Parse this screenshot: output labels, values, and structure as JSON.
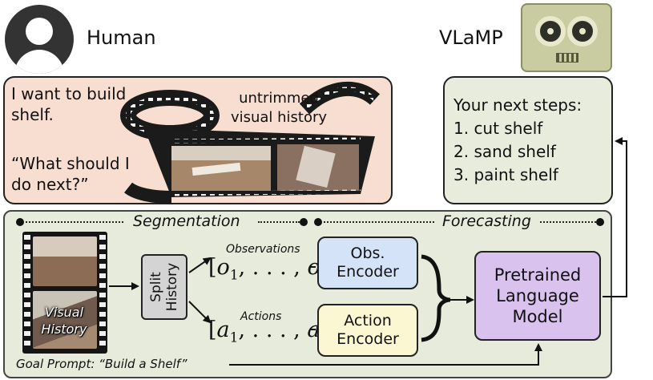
{
  "actors": {
    "human": "Human",
    "agent": "VLaMP"
  },
  "human_box": {
    "line1": "I want to build",
    "line2": "shelf.",
    "question1": "“What should I",
    "question2": "do next?”",
    "film_label_1": "untrimmed",
    "film_label_2": "visual history"
  },
  "vlamp_box": {
    "title": "Your next steps:",
    "steps": [
      "1. cut shelf",
      "2. sand shelf",
      "3. paint shelf"
    ]
  },
  "pipeline": {
    "segmentation_title": "Segmentation",
    "forecasting_title": "Forecasting",
    "visual_history_1": "Visual",
    "visual_history_2": "History",
    "split_1": "Split",
    "split_2": "History",
    "observations_label": "Observations",
    "actions_label": "Actions",
    "obs_encoder_1": "Obs.",
    "obs_encoder_2": "Encoder",
    "action_encoder_1": "Action",
    "action_encoder_2": "Encoder",
    "plm_1": "Pretrained",
    "plm_2": "Language",
    "plm_3": "Model",
    "goal_prompt": "Goal Prompt: “Build a Shelf”"
  },
  "colors": {
    "human_box": "#f8ded0",
    "vlamp_box": "#e7ecdd",
    "pipeline_bg": "#e6ebdb",
    "obs_encoder": "#d4e3f7",
    "action_encoder": "#fbf7d2",
    "language_model": "#d9c2ee"
  }
}
